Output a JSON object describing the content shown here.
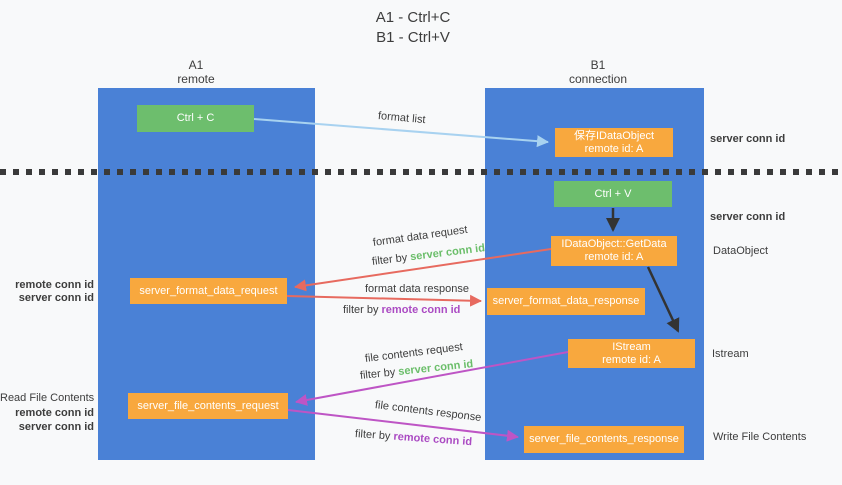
{
  "title": {
    "line1": "A1 - Ctrl+C",
    "line2": "B1 - Ctrl+V"
  },
  "lanes": {
    "left": {
      "header_line1": "A1",
      "header_line2": "remote"
    },
    "right": {
      "header_line1": "B1",
      "header_line2": "connection"
    }
  },
  "nodes": {
    "ctrl_c": "Ctrl + C",
    "save_dataobject": {
      "line1": "保存IDataObject",
      "line2": "remote id: A"
    },
    "ctrl_v": "Ctrl + V",
    "getdata": {
      "line1": "IDataObject::GetData",
      "line2": "remote id: A"
    },
    "format_request": "server_format_data_request",
    "format_response": "server_format_data_response",
    "istream": {
      "line1": "IStream",
      "line2": "remote id: A"
    },
    "file_request": "server_file_contents_request",
    "file_response": "server_file_contents_response"
  },
  "flow_labels": {
    "format_list": "format list",
    "format_data_request": "format data request",
    "format_data_response": "format data response",
    "file_contents_request": "file contents request",
    "file_contents_response": "file contents response",
    "filter_by": "filter by",
    "server_conn_id": "server conn id",
    "remote_conn_id": "remote conn id"
  },
  "side_labels": {
    "left": {
      "remote_conn_id_1": "remote conn id",
      "server_conn_id_1": "server conn id",
      "read_file_contents": "Read File Contents",
      "remote_conn_id_2": "remote conn id",
      "server_conn_id_2": "server conn id"
    },
    "right": {
      "server_conn_id_1": "server conn id",
      "server_conn_id_2": "server conn id",
      "dataobject": "DataObject",
      "istream": "Istream",
      "write_file_contents": "Write File Contents"
    }
  },
  "colors": {
    "background": "#F8F9FA",
    "lane_blue": "#4A81D6",
    "node_orange": "#F8A83E",
    "node_green": "#6DBE6D",
    "arrow_light_blue": "#A8D2F0",
    "arrow_red": "#E76A5F",
    "arrow_magenta": "#BE55C5",
    "arrow_black": "#333333",
    "text_green": "#6BBE6A",
    "text_purple": "#AB4BC3",
    "text_dark": "#3D3D3D"
  }
}
